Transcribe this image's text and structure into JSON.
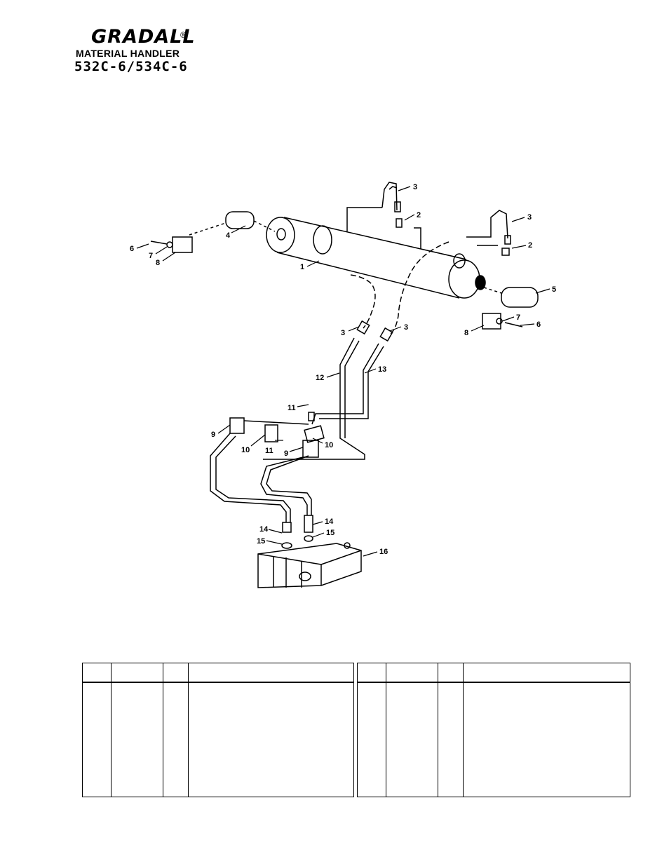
{
  "header": {
    "brand": "GRADALL",
    "reg_mark": "®",
    "subtitle": "MATERIAL HANDLER",
    "model": "532C-6/534C-6"
  },
  "callouts": [
    {
      "id": "c3a",
      "label": "3"
    },
    {
      "id": "c2a",
      "label": "2"
    },
    {
      "id": "c3b",
      "label": "3"
    },
    {
      "id": "c2b",
      "label": "2"
    },
    {
      "id": "c4",
      "label": "4"
    },
    {
      "id": "c6a",
      "label": "6"
    },
    {
      "id": "c7a",
      "label": "7"
    },
    {
      "id": "c8a",
      "label": "8"
    },
    {
      "id": "c1",
      "label": "1"
    },
    {
      "id": "c5",
      "label": "5"
    },
    {
      "id": "c7b",
      "label": "7"
    },
    {
      "id": "c8b",
      "label": "8"
    },
    {
      "id": "c6b",
      "label": "6"
    },
    {
      "id": "c3c",
      "label": "3"
    },
    {
      "id": "c3d",
      "label": "3"
    },
    {
      "id": "c12",
      "label": "12"
    },
    {
      "id": "c13",
      "label": "13"
    },
    {
      "id": "c11a",
      "label": "11"
    },
    {
      "id": "c9a",
      "label": "9"
    },
    {
      "id": "c10a",
      "label": "10"
    },
    {
      "id": "c11b",
      "label": "11"
    },
    {
      "id": "c10b",
      "label": "10"
    },
    {
      "id": "c9b",
      "label": "9"
    },
    {
      "id": "c14a",
      "label": "14"
    },
    {
      "id": "c15a",
      "label": "15"
    },
    {
      "id": "c14b",
      "label": "14"
    },
    {
      "id": "c15b",
      "label": "15"
    },
    {
      "id": "c16",
      "label": "16"
    }
  ],
  "parts_tables": [
    {
      "columns": 4,
      "rows": []
    },
    {
      "columns": 4,
      "rows": []
    }
  ]
}
